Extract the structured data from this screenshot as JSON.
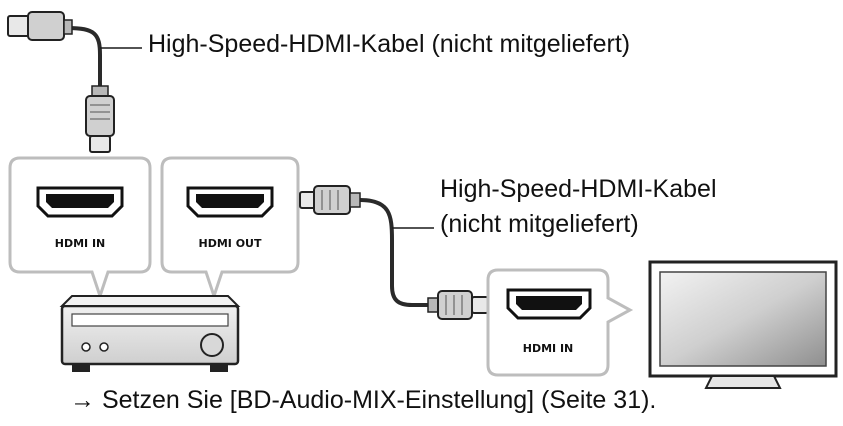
{
  "cable_top": {
    "label": "High-Speed-HDMI-Kabel (nicht mitgeliefert)"
  },
  "cable_right": {
    "label_line1": "High-Speed-HDMI-Kabel",
    "label_line2": "(nicht mitgeliefert)"
  },
  "receiver": {
    "port_in": "HDMI IN",
    "port_out": "HDMI OUT"
  },
  "tv": {
    "port_in": "HDMI IN"
  },
  "instruction": {
    "text": "→ Setzen Sie [BD-Audio-MIX-Einstellung] (Seite 31)."
  },
  "colors": {
    "bubble_border": "#bdbdbd",
    "line": "#1a1a1a",
    "cable": "#2a2a2a",
    "device_fill": "#e6e6e6",
    "tv_screen": "#c9c9c9"
  }
}
